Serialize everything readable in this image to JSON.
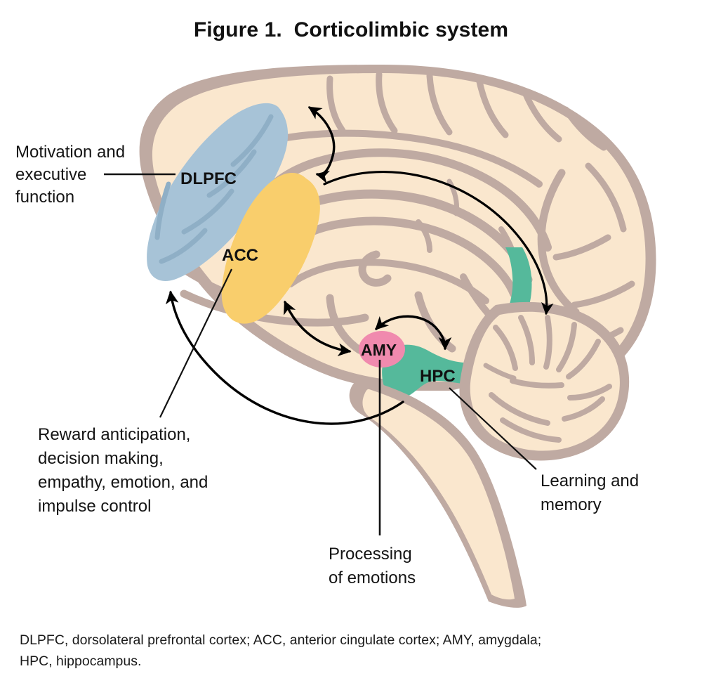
{
  "figure": {
    "title": "Figure 1.  Corticolimbic system",
    "footnote_line1": "DLPFC, dorsolateral prefrontal cortex; ACC, anterior cingulate cortex; AMY, amygdala;",
    "footnote_line2": "HPC, hippocampus."
  },
  "region_labels": {
    "dlpfc": "DLPFC",
    "acc": "ACC",
    "amy": "AMY",
    "hpc": "HPC"
  },
  "annotations": {
    "motivation": {
      "line1": "Motivation and",
      "line2": "executive",
      "line3": "function"
    },
    "reward": {
      "line1": "Reward anticipation,",
      "line2": "decision making,",
      "line3": "empathy, emotion, and",
      "line4": "impulse control"
    },
    "learning": {
      "line1": "Learning and",
      "line2": "memory"
    },
    "emotions": {
      "line1": "Processing",
      "line2": "of emotions"
    }
  },
  "colors": {
    "brain_fill": "#FAE7CE",
    "brain_outline": "#BFAAA2",
    "dlpfc": "#A7C3D7",
    "acc": "#F9CE6C",
    "amy": "#F08AAE",
    "hpc": "#55B99B",
    "arrow": "#000000",
    "text": "#141414",
    "background": "#FFFFFF"
  },
  "diagram_data": {
    "type": "anatomical-diagram",
    "view": "mid-sagittal brain section",
    "structures": [
      {
        "abbr": "DLPFC",
        "name": "dorsolateral prefrontal cortex",
        "color": "#A7C3D7",
        "function": "Motivation and executive function"
      },
      {
        "abbr": "ACC",
        "name": "anterior cingulate cortex",
        "color": "#F9CE6C",
        "function": "Reward anticipation, decision making, empathy, emotion, and impulse control"
      },
      {
        "abbr": "AMY",
        "name": "amygdala",
        "color": "#F08AAE",
        "function": "Processing of emotions"
      },
      {
        "abbr": "HPC",
        "name": "hippocampus",
        "color": "#55B99B",
        "function": "Learning and memory"
      }
    ],
    "connections": [
      {
        "from": "ACC",
        "to": "DLPFC",
        "bidirectional": true
      },
      {
        "from": "ACC",
        "to": "HPC",
        "bidirectional": false
      },
      {
        "from": "AMY",
        "to": "HPC",
        "bidirectional": true
      },
      {
        "from": "AMY",
        "to": "ACC",
        "bidirectional": true
      },
      {
        "from": "HPC",
        "to": "DLPFC",
        "bidirectional": false
      }
    ]
  }
}
